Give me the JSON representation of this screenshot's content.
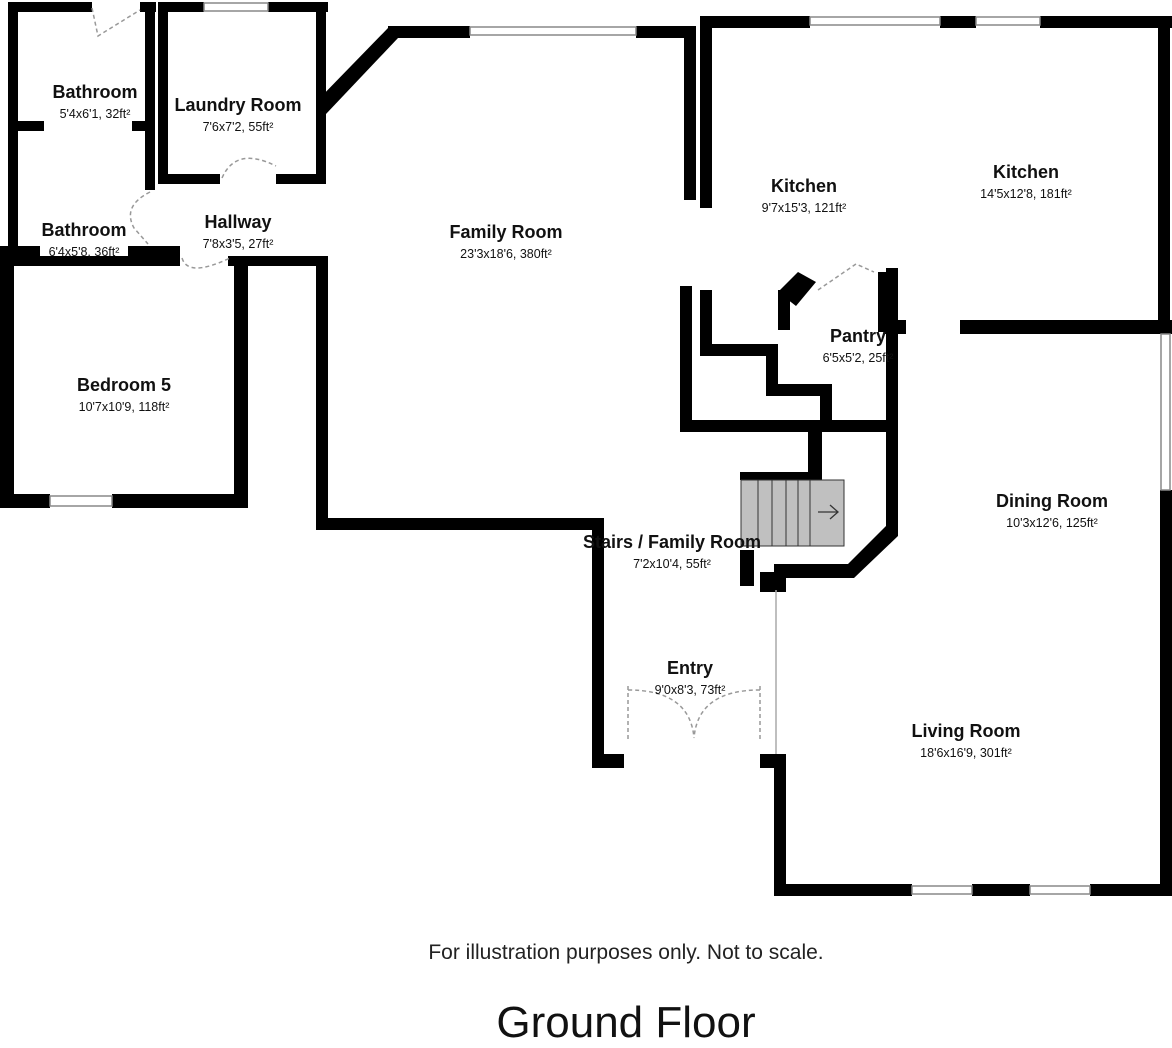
{
  "floor": {
    "title": "Ground Floor",
    "disclaimer": "For illustration purposes only. Not to scale."
  },
  "rooms": [
    {
      "id": "bathroom-1",
      "name": "Bathroom",
      "dims": "5'4x6'1, 32ft²"
    },
    {
      "id": "laundry-room",
      "name": "Laundry Room",
      "dims": "7'6x7'2, 55ft²"
    },
    {
      "id": "bathroom-2",
      "name": "Bathroom",
      "dims": "6'4x5'8, 36ft²"
    },
    {
      "id": "hallway",
      "name": "Hallway",
      "dims": "7'8x3'5, 27ft²"
    },
    {
      "id": "family-room",
      "name": "Family Room",
      "dims": "23'3x18'6, 380ft²"
    },
    {
      "id": "kitchen-1",
      "name": "Kitchen",
      "dims": "9'7x15'3, 121ft²"
    },
    {
      "id": "kitchen-2",
      "name": "Kitchen",
      "dims": "14'5x12'8, 181ft²"
    },
    {
      "id": "bedroom-5",
      "name": "Bedroom 5",
      "dims": "10'7x10'9, 118ft²"
    },
    {
      "id": "pantry",
      "name": "Pantry",
      "dims": "6'5x5'2, 25ft²"
    },
    {
      "id": "dining-room",
      "name": "Dining Room",
      "dims": "10'3x12'6, 125ft²"
    },
    {
      "id": "stairs-family-room",
      "name": "Stairs / Family Room",
      "dims": "7'2x10'4, 55ft²"
    },
    {
      "id": "entry",
      "name": "Entry",
      "dims": "9'0x8'3, 73ft²"
    },
    {
      "id": "living-room",
      "name": "Living Room",
      "dims": "18'6x16'9, 301ft²"
    }
  ],
  "stairs": {
    "direction_icon": "right-arrow-icon"
  }
}
